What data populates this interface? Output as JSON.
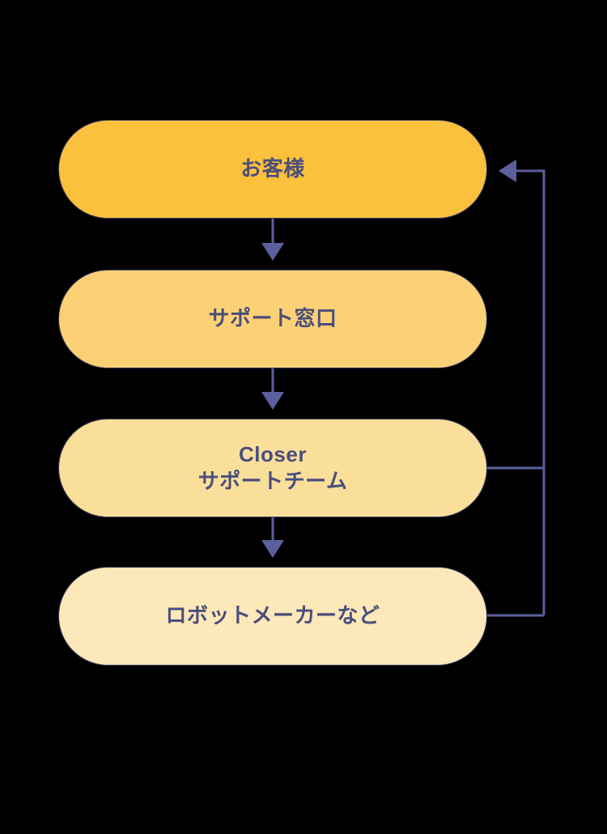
{
  "diagram": {
    "type": "flowchart",
    "orientation": "vertical",
    "background_color": "#000000",
    "title": "",
    "nodes": [
      {
        "id": "customer",
        "label": "お客様",
        "fill": "#fbc13d",
        "text_color": "#4a4e7c",
        "shape": "pill",
        "order": 1
      },
      {
        "id": "support-desk",
        "label": "サポート窓口",
        "fill": "#fcd176",
        "text_color": "#4a4e7c",
        "shape": "pill",
        "order": 2
      },
      {
        "id": "closer-support-team",
        "label": "Closer\nサポートチーム",
        "fill": "#fadf9b",
        "text_color": "#4a4e7c",
        "shape": "pill",
        "order": 3
      },
      {
        "id": "robot-maker",
        "label": "ロボットメーカーなど",
        "fill": "#fce8b8",
        "text_color": "#4a4e7c",
        "shape": "pill",
        "order": 4
      }
    ],
    "edges": [
      {
        "id": "edge-customer-to-support-desk",
        "from": "customer",
        "to": "support-desk",
        "direction": "down",
        "style": "solid",
        "color": "#5b5f9e",
        "arrowhead": true,
        "label": ""
      },
      {
        "id": "edge-support-desk-to-closer-team",
        "from": "support-desk",
        "to": "closer-support-team",
        "direction": "down",
        "style": "solid",
        "color": "#5b5f9e",
        "arrowhead": true,
        "label": ""
      },
      {
        "id": "edge-closer-team-to-robot-maker",
        "from": "closer-support-team",
        "to": "robot-maker",
        "direction": "down",
        "style": "solid",
        "color": "#5b5f9e",
        "arrowhead": true,
        "label": ""
      },
      {
        "id": "edge-closer-team-return-to-customer",
        "from": "closer-support-team",
        "to": "customer",
        "direction": "return-right",
        "style": "solid",
        "color": "#5b5f9e",
        "arrowhead": true,
        "label": ""
      },
      {
        "id": "edge-robot-maker-return-to-customer",
        "from": "robot-maker",
        "to": "customer",
        "direction": "return-right",
        "style": "solid",
        "color": "#5b5f9e",
        "arrowhead": true,
        "label": ""
      }
    ],
    "colors": {
      "connector": "#5b5f9e",
      "node_border": "#3a3a5c",
      "node_text": "#4a4e7c",
      "background": "#000000"
    }
  }
}
